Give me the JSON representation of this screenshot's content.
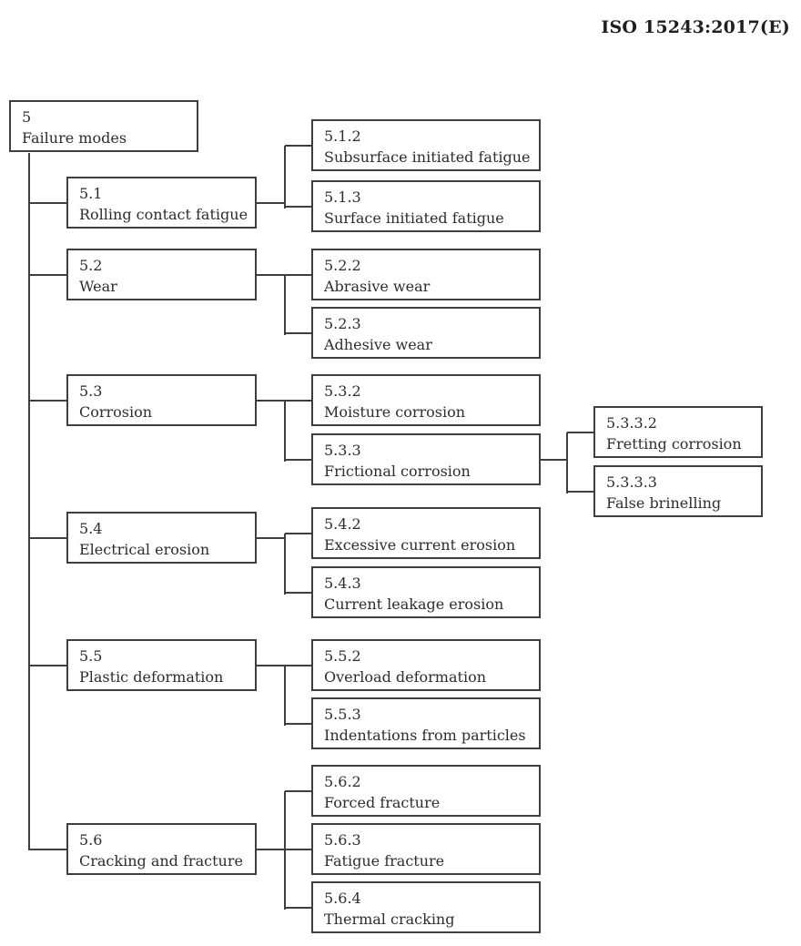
{
  "page": {
    "header": "ISO 15243:2017(E)"
  },
  "colors": {
    "line": "#3f3f3f",
    "text": "#2d2d2d",
    "background": "#ffffff"
  },
  "tree": {
    "root": {
      "number": "5",
      "label": "Failure modes"
    },
    "branches": [
      {
        "number": "5.1",
        "label": "Rolling contact fatigue",
        "children": [
          {
            "number": "5.1.2",
            "label": "Subsurface initiated fatigue"
          },
          {
            "number": "5.1.3",
            "label": "Surface initiated fatigue"
          }
        ]
      },
      {
        "number": "5.2",
        "label": "Wear",
        "children": [
          {
            "number": "5.2.2",
            "label": "Abrasive wear"
          },
          {
            "number": "5.2.3",
            "label": "Adhesive wear"
          }
        ]
      },
      {
        "number": "5.3",
        "label": "Corrosion",
        "children": [
          {
            "number": "5.3.2",
            "label": "Moisture corrosion"
          },
          {
            "number": "5.3.3",
            "label": "Frictional corrosion",
            "children": [
              {
                "number": "5.3.3.2",
                "label": "Fretting corrosion"
              },
              {
                "number": "5.3.3.3",
                "label": "False brinelling"
              }
            ]
          }
        ]
      },
      {
        "number": "5.4",
        "label": "Electrical erosion",
        "children": [
          {
            "number": "5.4.2",
            "label": "Excessive current erosion"
          },
          {
            "number": "5.4.3",
            "label": "Current leakage erosion"
          }
        ]
      },
      {
        "number": "5.5",
        "label": "Plastic deformation",
        "children": [
          {
            "number": "5.5.2",
            "label": "Overload deformation"
          },
          {
            "number": "5.5.3",
            "label": "Indentations from particles"
          }
        ]
      },
      {
        "number": "5.6",
        "label": "Cracking and fracture",
        "children": [
          {
            "number": "5.6.2",
            "label": "Forced fracture"
          },
          {
            "number": "5.6.3",
            "label": "Fatigue fracture"
          },
          {
            "number": "5.6.4",
            "label": "Thermal cracking"
          }
        ]
      }
    ]
  }
}
